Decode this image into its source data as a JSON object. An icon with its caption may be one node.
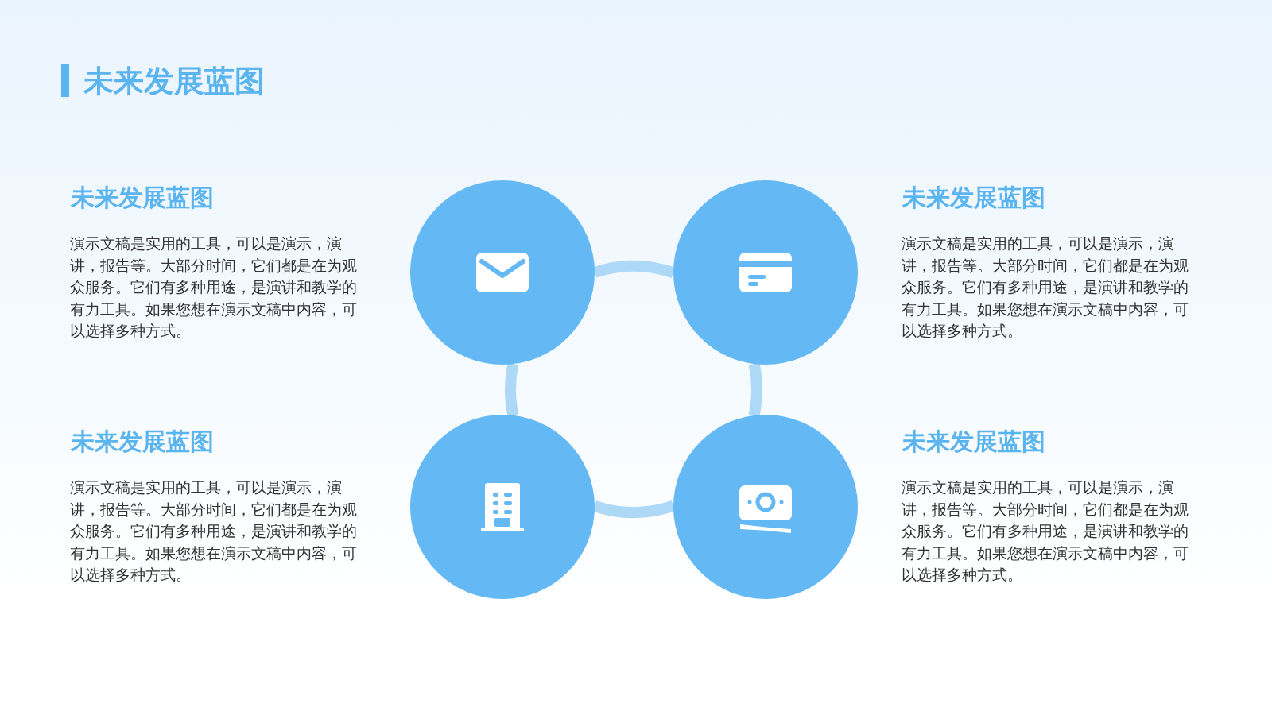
{
  "diagram": {
    "title": "未来发展蓝图",
    "nodes": [
      {
        "text": [],
        "shape": "circle"
      },
      {
        "text": [],
        "shape": "circle"
      },
      {
        "text": [],
        "shape": "circle"
      },
      {
        "text": [],
        "shape": "circle"
      }
    ],
    "edges": [
      {
        "from": 0,
        "to": 1,
        "arrow": "none"
      },
      {
        "from": 0,
        "to": 2,
        "arrow": "none"
      },
      {
        "from": 1,
        "to": 3,
        "arrow": "none"
      },
      {
        "from": 2,
        "to": 3,
        "arrow": "none"
      }
    ],
    "labels": [
      "未来发展蓝图",
      "演示文稿是实用的工具，可以是演示，演讲，报告等。大部分时间，它们都是在为观众服务。它们有多种用途，是演讲和教学的有力工具。如果您想在演示文稿中内容，可以选择多种方式。",
      "未来发展蓝图",
      "演示文稿是实用的工具，可以是演示，演讲，报告等。大部分时间，它们都是在为观众服务。它们有多种用途，是演讲和教学的有力工具。如果您想在演示文稿中内容，可以选择多种方式。",
      "未来发展蓝图",
      "演示文稿是实用的工具，可以是演示，演讲，报告等。大部分时间，它们都是在为观众服务。它们有多种用途，是演讲和教学的有力工具。如果您想在演示文稿中内容，可以选择多种方式。",
      "未来发展蓝图",
      "演示文稿是实用的工具，可以是演示，演讲，报告等。大部分时间，它们都是在为观众服务。它们有多种用途，是演讲和教学的有力工具。如果您想在演示文稿中内容，可以选择多种方式。"
    ]
  }
}
